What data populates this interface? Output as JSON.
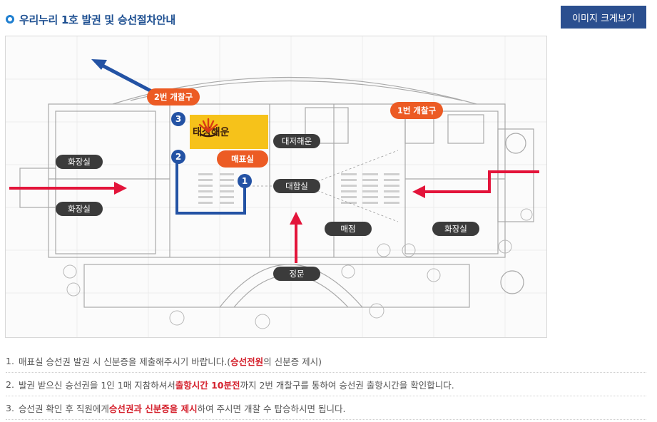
{
  "header": {
    "title": "우리누리 1호 발권 및 승선절차안내",
    "zoom_button": "이미지 크게보기"
  },
  "map": {
    "labels": {
      "gate2": "2번 개찰구",
      "gate1": "1번 개찰구",
      "restroom_top_left": "화장실",
      "restroom_bottom_left": "화장실",
      "restroom_right": "화장실",
      "waiting_room": "대저해운",
      "ticket_office": "매표실",
      "hall": "대합실",
      "shop": "매점",
      "main_gate": "정문",
      "brand": "태성해운"
    },
    "steps": [
      "3",
      "2",
      "1"
    ],
    "colors": {
      "route": "#2352a4",
      "arrow_red": "#e3143a",
      "orange": "#ec5b24",
      "logo_bg": "#f6c21a"
    }
  },
  "notes": [
    {
      "num": "1.",
      "before": "매표실 승선권 발권 시 신분증을 제출해주시기 바랍니다.(",
      "highlight": "승선전원",
      "after": "의 신분증 제시)"
    },
    {
      "num": "2.",
      "before": "발권 받으신 승선권을 1인 1매 지참하셔서 ",
      "highlight": "출항시간 10분전",
      "after": "까지 2번 개찰구를 통하여 승선권 출항시간을 확인합니다."
    },
    {
      "num": "3.",
      "before": "승선권 확인 후 직원에게 ",
      "highlight": "승선권과 신분증을 제시",
      "after": "하여 주시면 개찰 수 탑승하시면 됩니다."
    }
  ]
}
